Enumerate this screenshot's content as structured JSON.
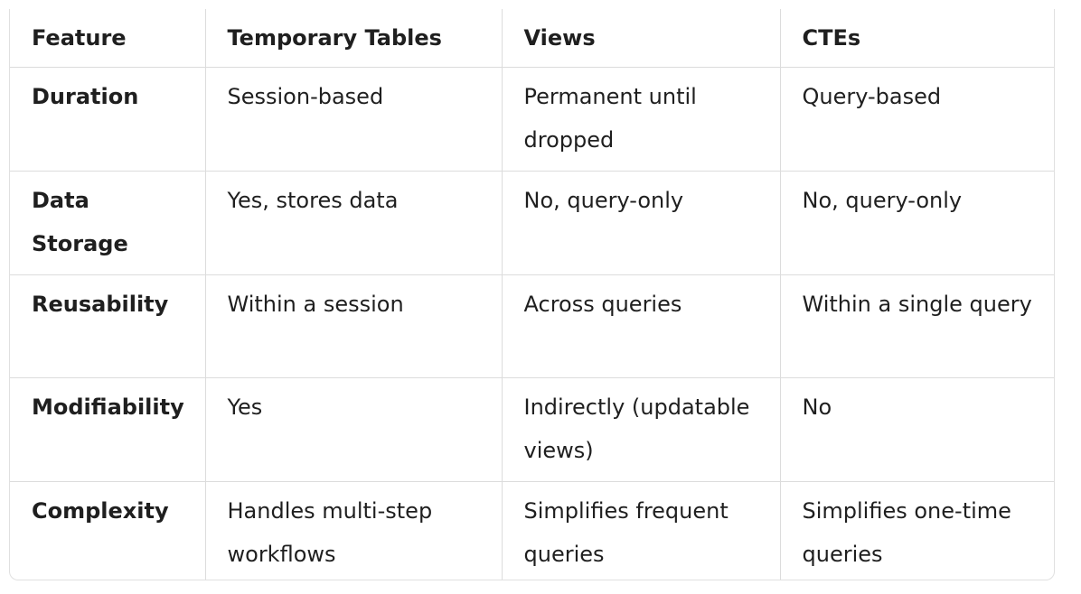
{
  "table": {
    "headers": [
      "Feature",
      "Temporary Tables",
      "Views",
      "CTEs"
    ],
    "rows": [
      [
        "Duration",
        "Session-based",
        "Permanent until dropped",
        "Query-based"
      ],
      [
        "Data Storage",
        "Yes, stores data",
        "No, query-only",
        "No, query-only"
      ],
      [
        "Reusability",
        "Within a session",
        "Across queries",
        "Within a single query"
      ],
      [
        "Modifiability",
        "Yes",
        "Indirectly (updatable views)",
        "No"
      ],
      [
        "Complexity",
        "Handles multi-step workflows",
        "Simplifies frequent queries",
        "Simplifies one-time queries"
      ]
    ]
  }
}
